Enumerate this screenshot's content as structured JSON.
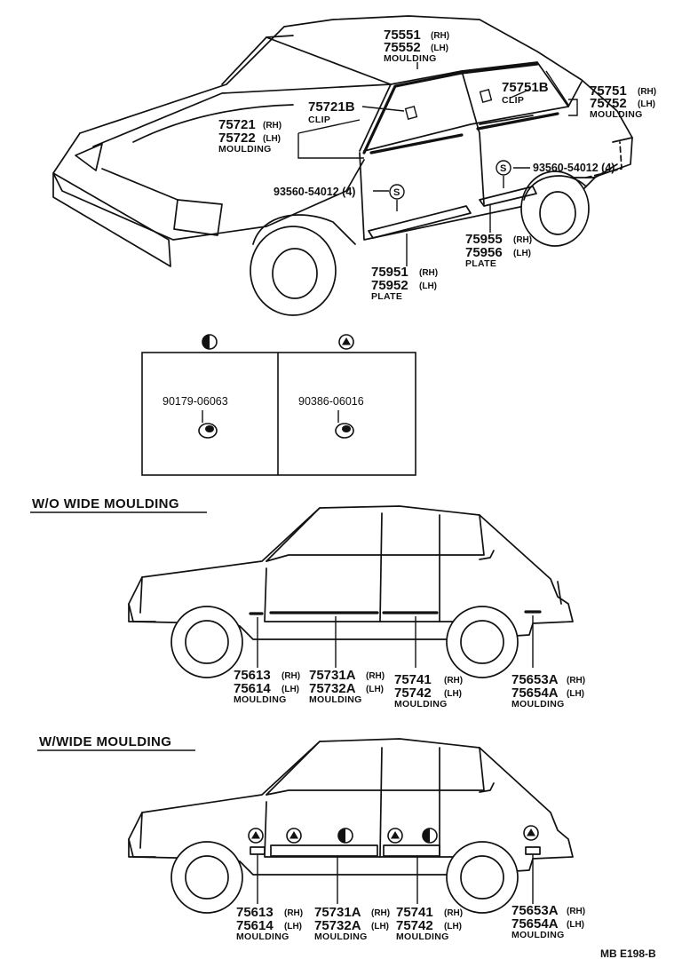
{
  "top": {
    "p75551": "75551",
    "p75551_side": "(RH)",
    "p75552": "75552",
    "p75552_side": "(LH)",
    "p7555x_name": "MOULDING",
    "p75721B": "75721B",
    "p75721B_name": "CLIP",
    "p75721": "75721",
    "p75721_side": "(RH)",
    "p75722": "75722",
    "p75722_side": "(LH)",
    "p7572x_name": "MOULDING",
    "p75751B": "75751B",
    "p75751B_name": "CLIP",
    "p75751": "75751",
    "p75751_side": "(RH)",
    "p75752": "75752",
    "p75752_side": "(LH)",
    "p7575x_name": "MOULDING",
    "screw_right": "93560-54012 (4)",
    "screw_left": "93560-54012 (4)",
    "screw_symbol": "S",
    "p75955": "75955",
    "p75955_side": "(RH)",
    "p75956": "75956",
    "p75956_side": "(LH)",
    "p7595x_name": "PLATE",
    "p75951": "75951",
    "p75951_side": "(RH)",
    "p75952": "75952",
    "p75952_side": "(LH)",
    "p7595y_name": "PLATE"
  },
  "fastener_table": {
    "col1_part": "90179-06063",
    "col2_part": "90386-06016",
    "col1_symbol": "half-filled-circle-symbol",
    "col2_symbol": "triangle-in-circle-symbol"
  },
  "wo_wide": {
    "title": "W/O WIDE MOULDING",
    "a1": "75613",
    "a1s": "(RH)",
    "a2": "75614",
    "a2s": "(LH)",
    "an": "MOULDING",
    "b1": "75731A",
    "b1s": "(RH)",
    "b2": "75732A",
    "b2s": "(LH)",
    "bn": "MOULDING",
    "c1": "75741",
    "c1s": "(RH)",
    "c2": "75742",
    "c2s": "(LH)",
    "cn": "MOULDING",
    "d1": "75653A",
    "d1s": "(RH)",
    "d2": "75654A",
    "d2s": "(LH)",
    "dn": "MOULDING"
  },
  "w_wide": {
    "title": "W/WIDE  MOULDING",
    "a1": "75613",
    "a1s": "(RH)",
    "a2": "75614",
    "a2s": "(LH)",
    "an": "MOULDING",
    "b1": "75731A",
    "b1s": "(RH)",
    "b2": "75732A",
    "b2s": "(LH)",
    "bn": "MOULDING",
    "c1": "75741",
    "c1s": "(RH)",
    "c2": "75742",
    "c2s": "(LH)",
    "cn": "MOULDING",
    "d1": "75653A",
    "d1s": "(RH)",
    "d2": "75654A",
    "d2s": "(LH)",
    "dn": "MOULDING"
  },
  "footer": {
    "code": "MB  E198-B"
  }
}
